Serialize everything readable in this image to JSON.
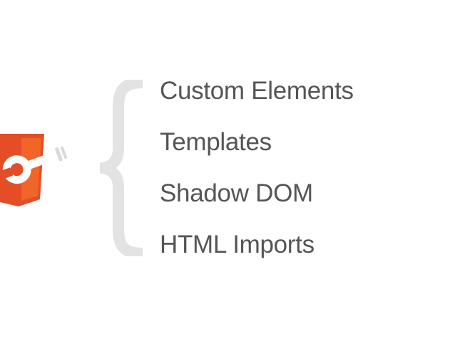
{
  "slide": {
    "features": [
      "Custom Elements",
      "Templates",
      "Shadow DOM",
      "HTML Imports"
    ]
  },
  "colors": {
    "text": "#555555",
    "brace": "#e3e3e3",
    "logo_primary": "#e44d26",
    "logo_secondary": "#f16529",
    "wrench": "#ffffff"
  },
  "icons": {
    "logo": "html5-wrench-logo-icon",
    "brace": "curly-brace-icon"
  }
}
